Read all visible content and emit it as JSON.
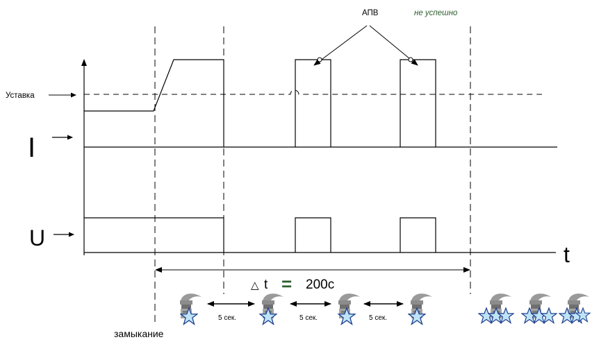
{
  "labels": {
    "apv": "АПВ",
    "not_successful": "не успешно",
    "setpoint": "Уставка",
    "current": "I",
    "voltage": "U",
    "time": "t",
    "delta_symbol": "△",
    "delta_t": "t",
    "equals": "=",
    "delta_value": "200с",
    "interval": "5 сек.",
    "fault": "замыкание"
  },
  "colors": {
    "line": "#000000",
    "accent_green": "#2e5e2e",
    "star_fill": "#bfe4f7",
    "star_stroke": "#1f3f8f",
    "figure_gray": "#8c8c8c"
  },
  "icons": {
    "operator": "relay-operator-icon",
    "star": "star-icon"
  }
}
